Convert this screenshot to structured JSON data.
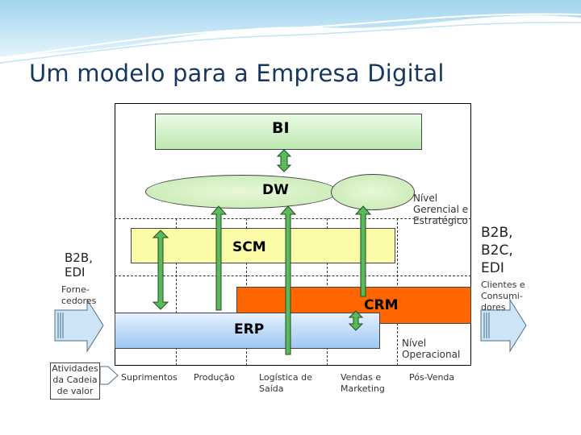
{
  "slide": {
    "title": "Um modelo para a Empresa Digital"
  },
  "layers": {
    "bi": "BI",
    "dw": "DW",
    "scm": "SCM",
    "crm": "CRM",
    "erp": "ERP"
  },
  "levels": {
    "managerial_line1": "Nível",
    "managerial_line2": "Gerencial e",
    "managerial_line3": "Estratégico",
    "operational_line1": "Nível",
    "operational_line2": "Operacional"
  },
  "left_side": {
    "b2b_line1": "B2B,",
    "b2b_line2": "EDI",
    "suppliers_line1": "Forne-",
    "suppliers_line2": "cedores"
  },
  "right_side": {
    "b2b_line1": "B2B,",
    "b2b_line2": "B2C,",
    "b2b_line3": "EDI",
    "customers_line1": "Clientes e",
    "customers_line2": "Consumi-",
    "customers_line3": "dores"
  },
  "value_chain": {
    "label_line1": "Atividades",
    "label_line2": "da Cadeia",
    "label_line3": "de valor",
    "stages": [
      {
        "line1": "Suprimentos",
        "line2": ""
      },
      {
        "line1": "Produção",
        "line2": ""
      },
      {
        "line1": "Logística de",
        "line2": "Saída"
      },
      {
        "line1": "Vendas e",
        "line2": "Marketing"
      },
      {
        "line1": "Pós-Venda",
        "line2": ""
      }
    ]
  },
  "colors": {
    "title": "#17375e",
    "bi_fill": "#c8eebc",
    "dw_fill": "#d5f0c4",
    "scm_fill": "#fbfba8",
    "crm_fill": "#ff6600",
    "erp_fill": "#a9cdf4",
    "arrow_fill": "#5cb85c"
  }
}
